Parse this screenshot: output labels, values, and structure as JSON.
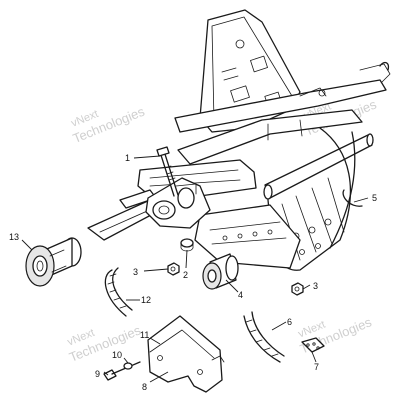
{
  "diagram": {
    "callouts": [
      {
        "id": "c1",
        "label": "1"
      },
      {
        "id": "c2",
        "label": "2"
      },
      {
        "id": "c3a",
        "label": "3"
      },
      {
        "id": "c3b",
        "label": "3"
      },
      {
        "id": "c4",
        "label": "4"
      },
      {
        "id": "c5",
        "label": "5"
      },
      {
        "id": "c6",
        "label": "6"
      },
      {
        "id": "c7",
        "label": "7"
      },
      {
        "id": "c8",
        "label": "8"
      },
      {
        "id": "c9",
        "label": "9"
      },
      {
        "id": "c10",
        "label": "10"
      },
      {
        "id": "c11",
        "label": "11"
      },
      {
        "id": "c12",
        "label": "12"
      },
      {
        "id": "c13",
        "label": "13"
      }
    ],
    "watermark": {
      "brand": "vNext",
      "line1": "Technologies",
      "line2": "Technologies"
    }
  }
}
